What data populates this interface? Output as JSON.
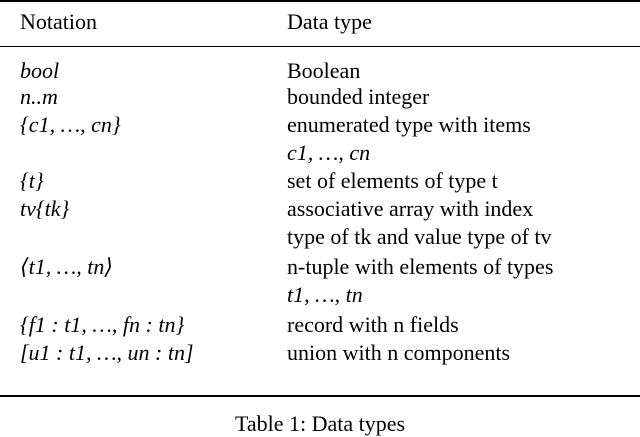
{
  "table": {
    "headers": [
      "Notation",
      "Data type"
    ],
    "rows": [
      {
        "notation": "bool",
        "type_lines": [
          "Boolean"
        ]
      },
      {
        "notation": "n..m",
        "type_lines": [
          "bounded integer"
        ]
      },
      {
        "notation": "{c1, …, cn}",
        "type_lines": [
          "enumerated type with items",
          "c1, …, cn"
        ]
      },
      {
        "notation": "{t}",
        "type_lines": [
          "set of elements of type t"
        ]
      },
      {
        "notation": "tv{tk}",
        "type_lines": [
          "associative array with index",
          "type of tk and value type of tv"
        ]
      },
      {
        "notation": "⟨t1, …, tn⟩",
        "type_lines": [
          "n-tuple with elements of types",
          "t1, …, tn"
        ]
      },
      {
        "notation": "{f1 : t1, …, fn : tn}",
        "type_lines": [
          "record with n fields"
        ]
      },
      {
        "notation": "[u1 : t1, …, un : tn]",
        "type_lines": [
          "union with n components"
        ]
      }
    ]
  },
  "caption": "Table 1: Data types"
}
